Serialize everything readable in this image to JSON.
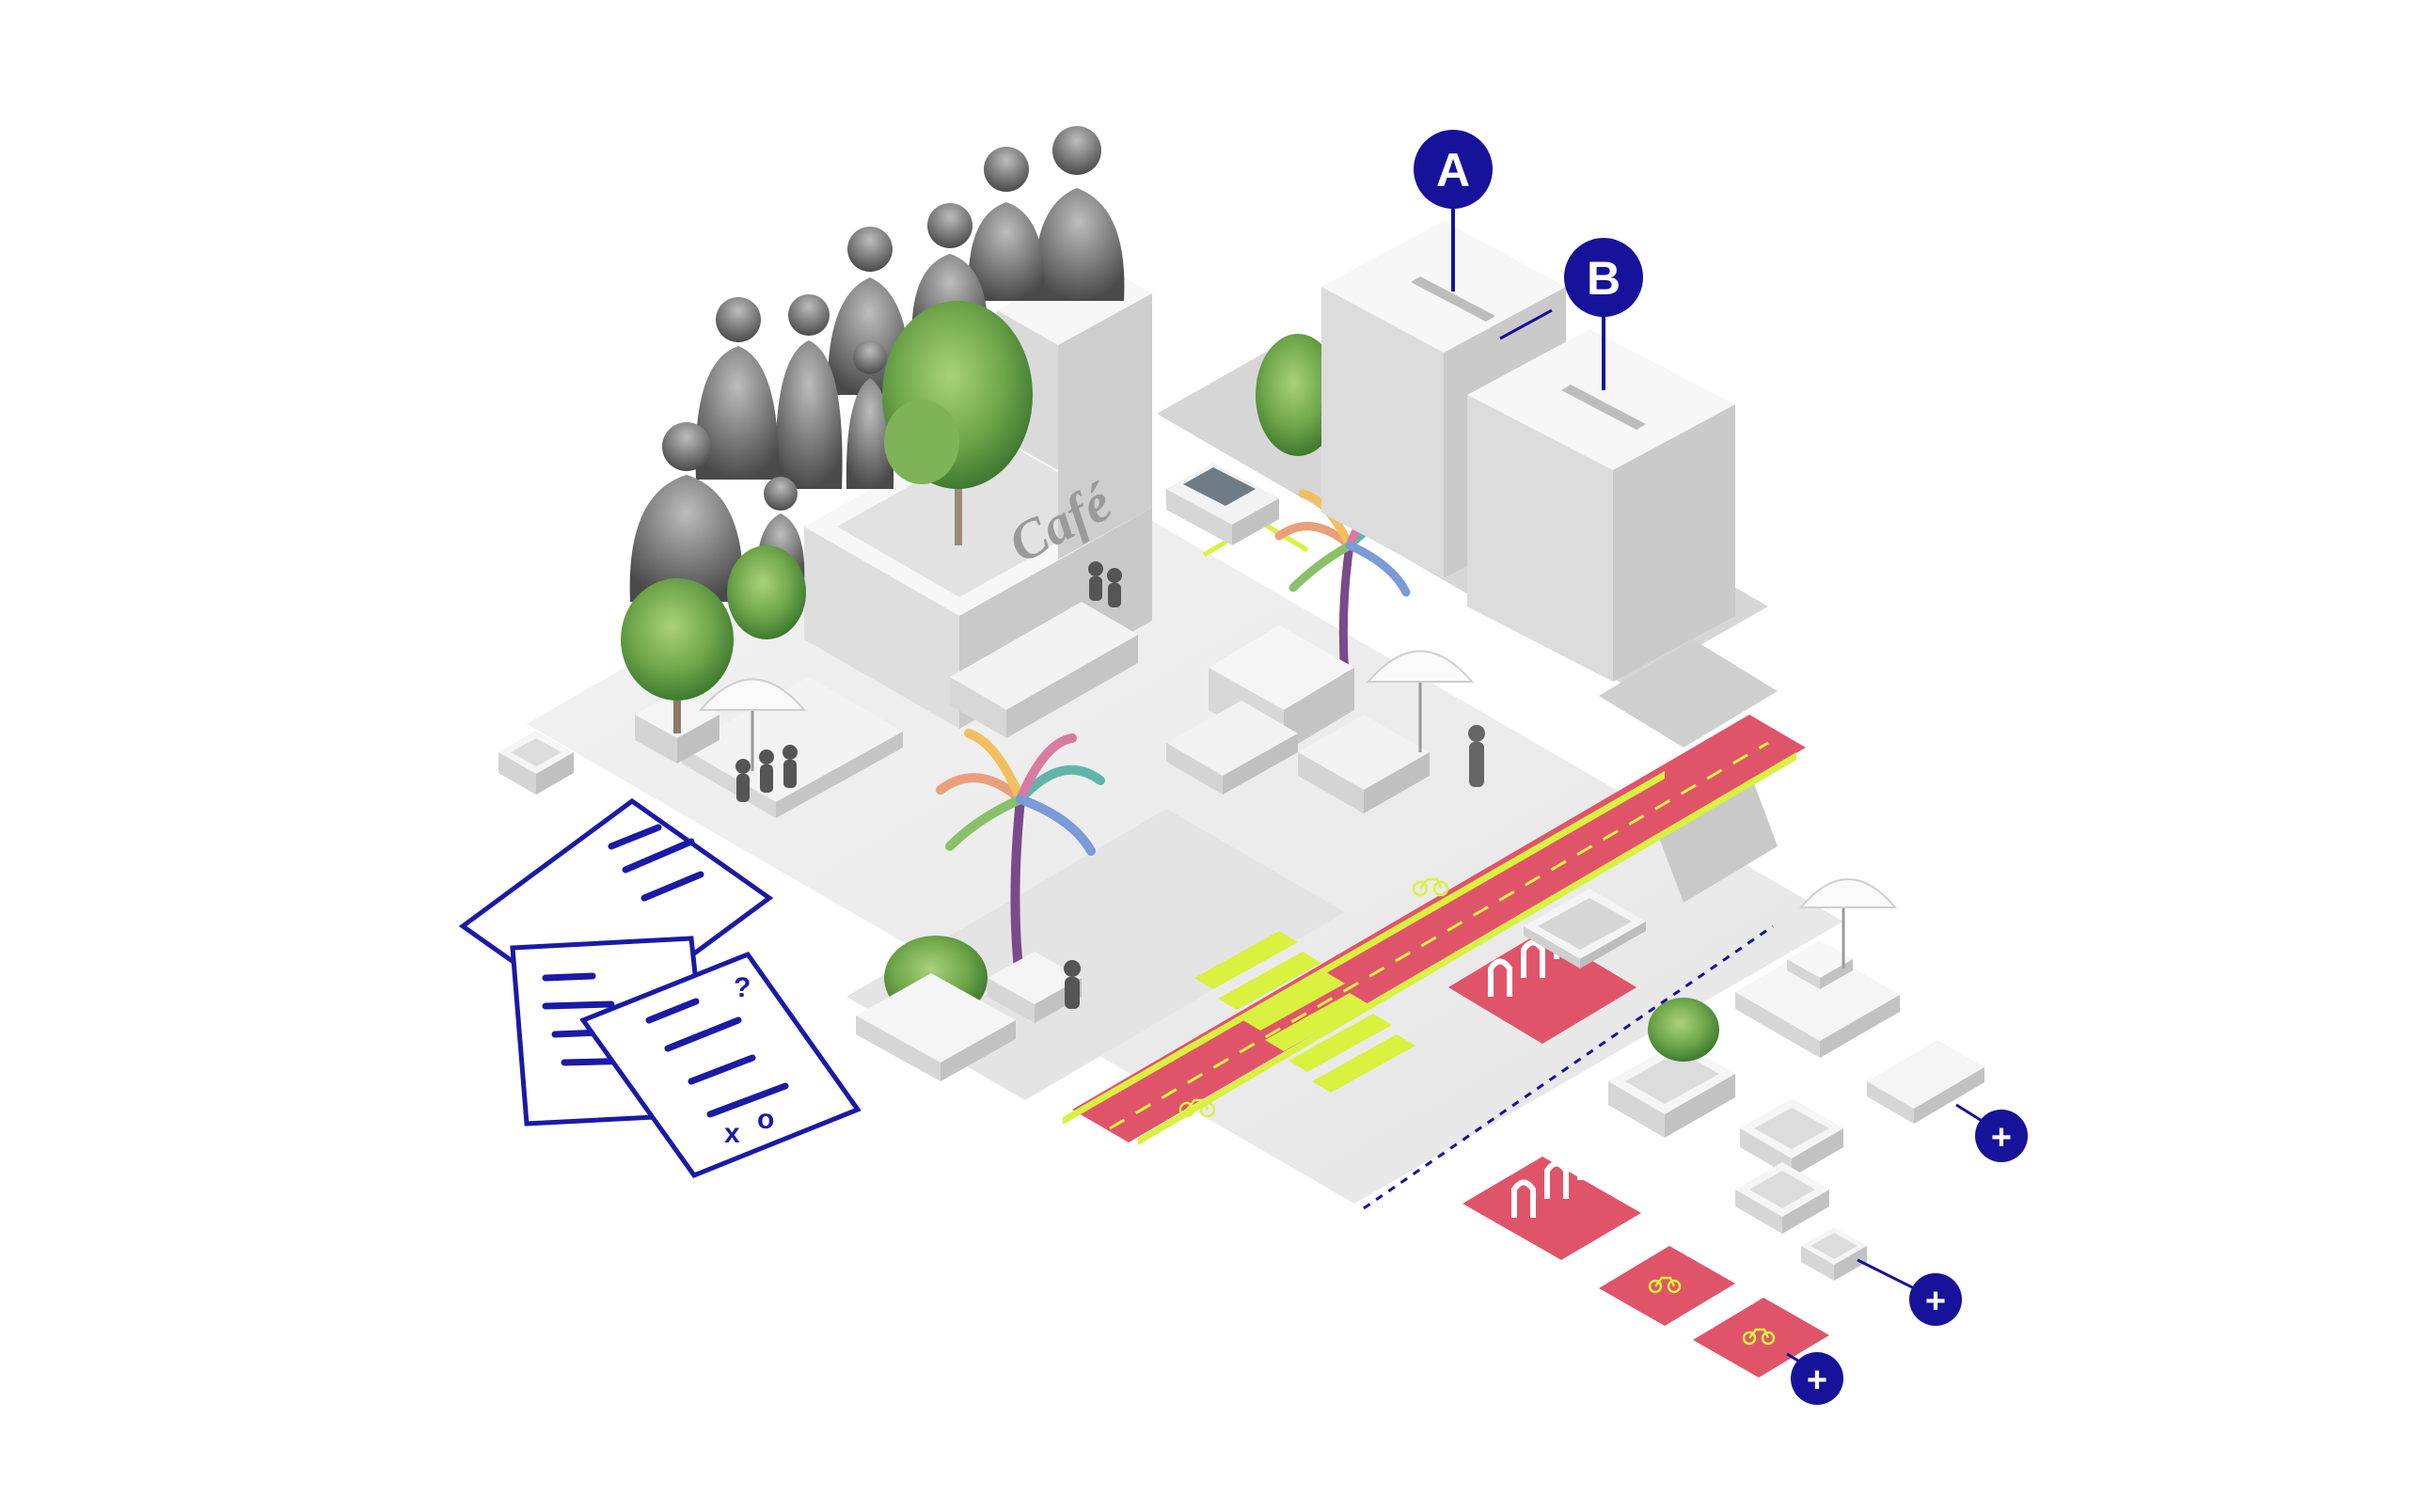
{
  "colors": {
    "background": "#ffffff",
    "ground": "#ececec",
    "ground_light": "#f4f4f4",
    "block_top": "#f6f6f6",
    "block_left": "#dcdcdc",
    "block_right": "#cbcbcb",
    "road": "#d8d8d8",
    "bike_lane": "#e0546a",
    "lime": "#d9f13f",
    "marker": "#17129a",
    "survey_ink": "#1a1aa6",
    "tree_green": "#6fa64a",
    "tree_dark": "#3f7a30"
  },
  "ballot_boxes": {
    "a": {
      "label": "A"
    },
    "b": {
      "label": "B"
    }
  },
  "cafe": {
    "sign_text": "Café"
  },
  "add_buttons": [
    {
      "label": "+"
    },
    {
      "label": "+"
    },
    {
      "label": "+"
    }
  ],
  "survey_sheets": {
    "marks": [
      "x",
      "o",
      "?"
    ]
  },
  "icons": [
    "bicycle-icon",
    "bike-rack-icon",
    "palm-tree-icon",
    "umbrella-icon",
    "planter-icon"
  ]
}
